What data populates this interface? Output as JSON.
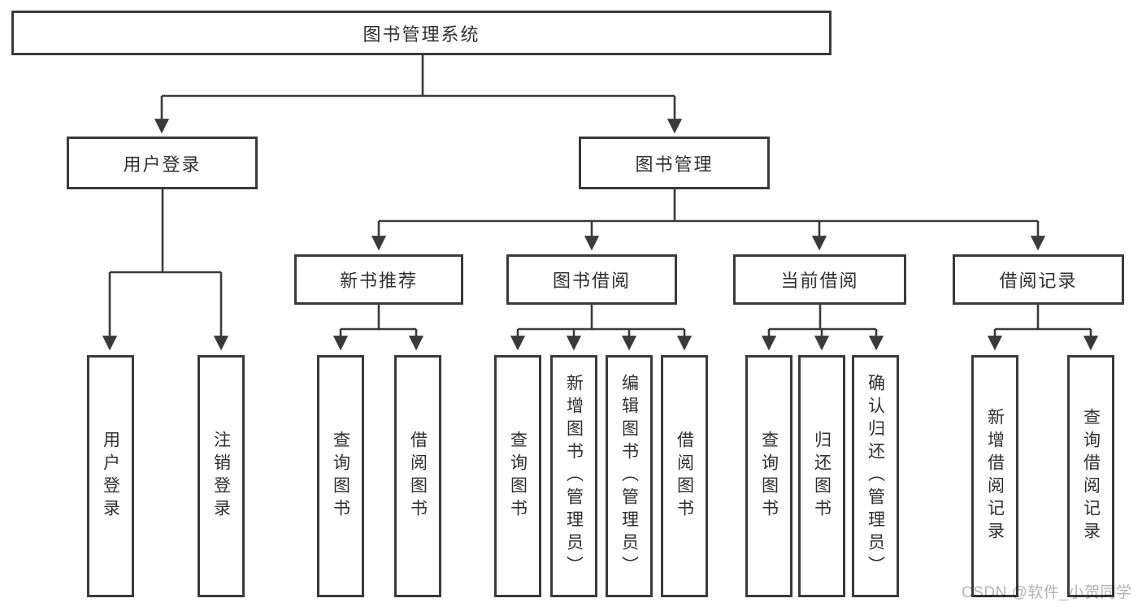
{
  "diagram": {
    "title": "图书管理系统",
    "root": {
      "label": "图书管理系统"
    },
    "level1": [
      {
        "label": "用户登录"
      },
      {
        "label": "图书管理"
      }
    ],
    "level2": [
      {
        "label": "新书推荐"
      },
      {
        "label": "图书借阅"
      },
      {
        "label": "当前借阅"
      },
      {
        "label": "借阅记录"
      }
    ],
    "leaves": [
      {
        "label": "用户登录"
      },
      {
        "label": "注销登录"
      },
      {
        "label": "查询图书"
      },
      {
        "label": "借阅图书"
      },
      {
        "label": "查询图书"
      },
      {
        "label": "新增图书（管理员）"
      },
      {
        "label": "编辑图书（管理员）"
      },
      {
        "label": "借阅图书"
      },
      {
        "label": "查询图书"
      },
      {
        "label": "归还图书"
      },
      {
        "label": "确认归还（管理员）"
      },
      {
        "label": "新增借阅记录"
      },
      {
        "label": "查询借阅记录"
      }
    ]
  },
  "watermark": {
    "text": "CSDN @软件_小贺同学"
  },
  "colors": {
    "line": "#3a3a3a",
    "text": "#2f2f2f",
    "watermark": "#b3b3b3",
    "background": "#ffffff",
    "box_fill": "#ffffff"
  }
}
